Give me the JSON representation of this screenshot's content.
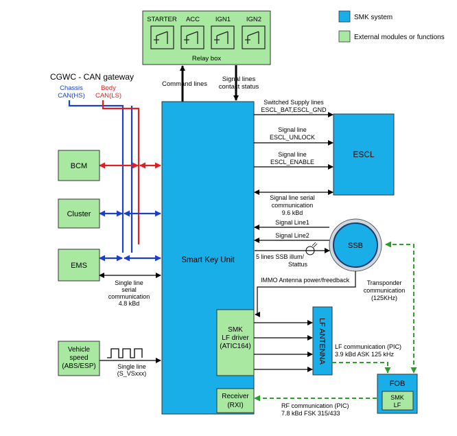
{
  "legend": {
    "smk_system": "SMK system",
    "external": "External modules or functions",
    "smk_color": "#1aaee8",
    "external_color": "#a8e8a0"
  },
  "relay_box": {
    "title": "Relay box",
    "switches": [
      "STARTER",
      "ACC",
      "IGN1",
      "IGN2"
    ]
  },
  "gateway": {
    "title": "CGWC - CAN gateway",
    "chassis": [
      "Chassis",
      "CAN(HS)"
    ],
    "body": [
      "Body",
      "CAN(LS)"
    ]
  },
  "modules": {
    "bcm": "BCM",
    "cluster": "Cluster",
    "ems": "EMS",
    "vehicle_speed": [
      "Vehicle",
      "speed",
      "(ABS/ESP)"
    ]
  },
  "central": {
    "smart_key_unit": "Smart Key Unit",
    "lf_driver": [
      "SMK",
      "LF driver",
      "(ATIC164)"
    ],
    "receiver": [
      "Receiver",
      "(RXI)"
    ]
  },
  "escl": "ESCL",
  "ssb": "SSB",
  "lf_antenna": "LF ANTENNA",
  "fob": {
    "title": "FOB",
    "inner": [
      "SMK",
      "LF"
    ]
  },
  "labels": {
    "command_lines": "Command lines",
    "signal_lines_status": [
      "Signal lines",
      "contact status"
    ],
    "switched_supply": [
      "Switched Supply lines",
      "ESCL_BAT,ESCL_GND"
    ],
    "unlock": [
      "Signal line",
      "ESCL_UNLOCK"
    ],
    "enable": [
      "Signal line",
      "ESCL_ENABLE"
    ],
    "serial_escl": [
      "Signal line serial",
      "communication",
      "9.6 kBd"
    ],
    "signal_line1": "Signal Line1",
    "signal_line2": "Signal Line2",
    "ssb_illum": [
      "5 lines SSB illum/",
      "Stattus"
    ],
    "immo": "IMMO Antenna power/freedback",
    "transponder": [
      "Transponder",
      "communication",
      "(125KHz)"
    ],
    "single_line_serial": [
      "Single line",
      "serial",
      "communication",
      "4.8 kBd"
    ],
    "single_line_vs": [
      "Single line",
      "(S_VSxxx)"
    ],
    "lf_comm": [
      "LF communication (PIC)",
      "3.9 kBd ASK 125 kHz"
    ],
    "rf_comm": [
      "RF communication (PIC)",
      "7.8 kBd FSK 315/433"
    ]
  },
  "colors": {
    "chassis": "#1c3fc8",
    "body": "#e02020",
    "dashed_green": "#2aa02a"
  }
}
